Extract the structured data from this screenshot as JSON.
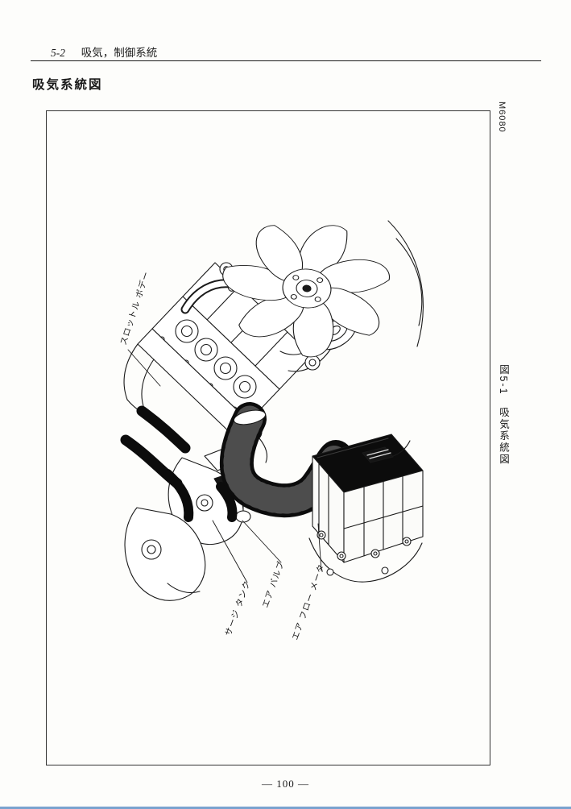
{
  "page": {
    "header": {
      "section_number": "5-2",
      "section_title": "吸気，制御系統"
    },
    "title": "吸気系統図",
    "page_number": "— 100 —"
  },
  "figure": {
    "code": "M6080",
    "caption": "図5-1　吸気系統図",
    "labels": {
      "throttle_body": "スロットル ボデー",
      "surge_tank": "サージ タンク",
      "air_valve": "エア バルブ",
      "air_flow_meter": "エア フロー メータ"
    }
  },
  "colors": {
    "ink": "#1a1a1a",
    "hose_black": "#0c0c0c",
    "bottom_edge": "#7aa3cf"
  }
}
